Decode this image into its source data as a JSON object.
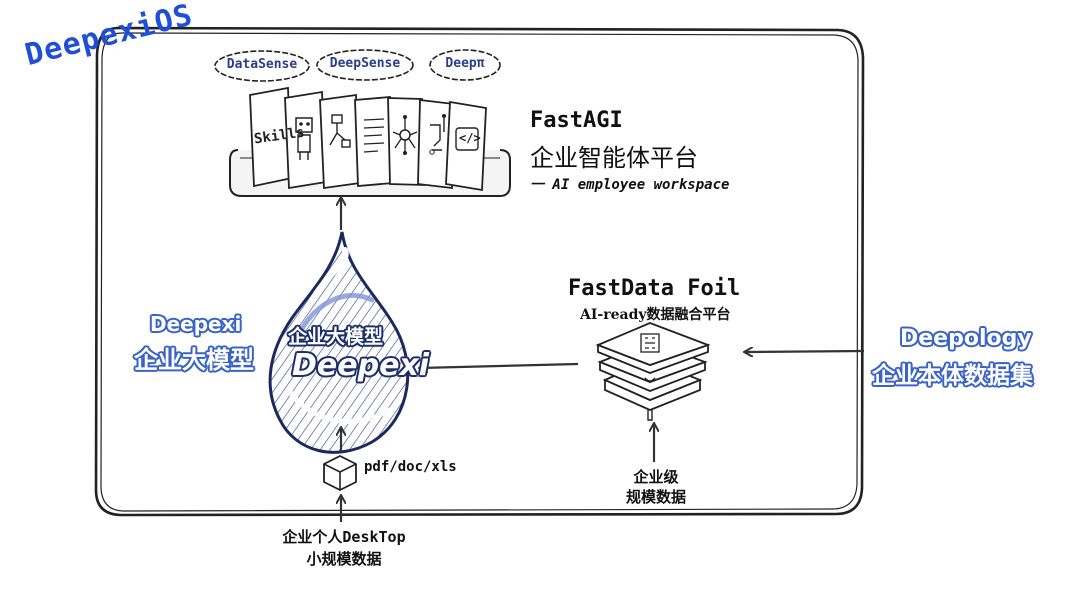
{
  "brand": {
    "os_name": "DeepexiOS",
    "accent": "#1f4fd6"
  },
  "fastagi": {
    "agents": [
      "DataSense",
      "DeepSense",
      "Deepπ"
    ],
    "cards": [
      {
        "icon": "skills-card",
        "label": "Skills"
      },
      {
        "icon": "robot-icon"
      },
      {
        "icon": "flowchart-icon"
      },
      {
        "icon": "document-lines-icon"
      },
      {
        "icon": "network-node-icon"
      },
      {
        "icon": "circuit-icon"
      },
      {
        "icon": "code-icon",
        "label": "</>"
      }
    ],
    "title": "FastAGI",
    "subtitle": "企业智能体平台",
    "tagline": "一 AI employee workspace"
  },
  "model": {
    "side_en": "Deepexi",
    "side_cn": "企业大模型",
    "drop_cn": "企业大模型",
    "drop_en": "Deepexi"
  },
  "fastdata": {
    "title": "FastData Foil",
    "subtitle": "AI-ready数据融合平台",
    "input_line1": "企业级",
    "input_line2": "规模数据"
  },
  "ontology": {
    "en": "Deepology",
    "cn": "企业本体数据集"
  },
  "desktop": {
    "formats": "pdf/doc/xls",
    "line1": "企业个人DeskTop",
    "line2": "小规模数据"
  }
}
